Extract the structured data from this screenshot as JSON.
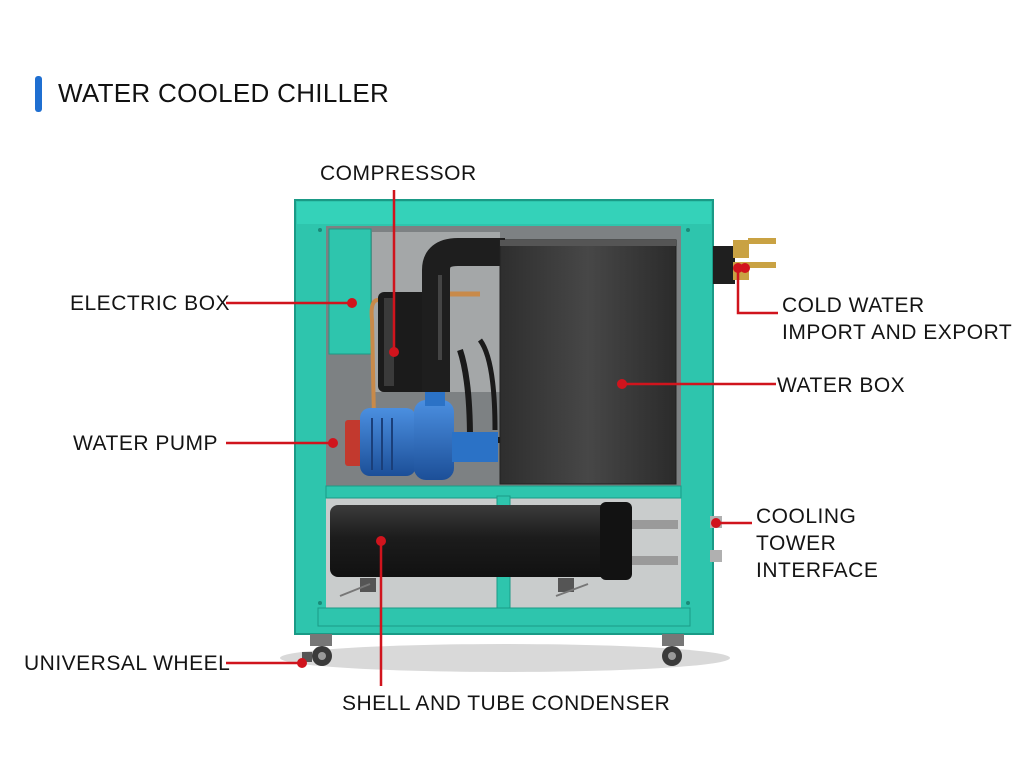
{
  "title": "WATER COOLED CHILLER",
  "colors": {
    "accent_bar": "#1f6fd1",
    "frame": "#2fc6ae",
    "callout": "#d0141d",
    "tank": "#3a3a3a",
    "pump": "#2b72c6"
  },
  "labels": {
    "compressor": "COMPRESSOR",
    "electric_box": "ELECTRIC BOX",
    "water_pump": "WATER PUMP",
    "universal_wheel": "UNIVERSAL WHEEL",
    "shell_tube": "SHELL AND TUBE CONDENSER",
    "cold_water_1": "COLD WATER",
    "cold_water_2": "IMPORT AND EXPORT",
    "water_box": "WATER BOX",
    "cooling_1": "COOLING",
    "cooling_2": "TOWER",
    "cooling_3": "INTERFACE"
  }
}
